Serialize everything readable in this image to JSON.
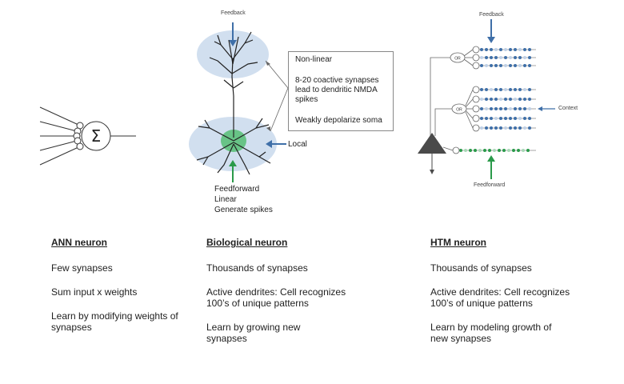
{
  "diagram": {
    "biological": {
      "feedback_label": "Feedback",
      "local_label": "Local",
      "feedforward_lines": [
        "Feedforward",
        "Linear",
        "Generate spikes"
      ],
      "callout_lines": [
        "Non-linear",
        "8-20 coactive synapses",
        "lead to dendritic NMDA",
        "spikes",
        "Weakly depolarize soma"
      ]
    },
    "htm": {
      "feedback_label": "Feedback",
      "context_label": "Context",
      "feedforward_label": "Feedforward",
      "or_label": "OR"
    },
    "ann": {
      "sigma_symbol": "Σ"
    }
  },
  "columns": [
    {
      "heading": "ANN neuron",
      "items": [
        "Few synapses",
        "Sum input x weights",
        "Learn by modifying weights of synapses"
      ]
    },
    {
      "heading": "Biological neuron",
      "items": [
        "Thousands of synapses",
        "Active dendrites: Cell recognizes 100’s of unique patterns",
        "Learn by growing new synapses"
      ]
    },
    {
      "heading": "HTM neuron",
      "items": [
        "Thousands of synapses",
        "Active dendrites: Cell recognizes 100’s of unique patterns",
        "Learn by modeling growth of new synapses"
      ]
    }
  ],
  "colors": {
    "arrow_blue": "#3f6fa8",
    "arrow_green": "#2a9a4a",
    "halo_blue": "#c9d9ec",
    "halo_green": "#5cc07a",
    "triangle": "#4a4a4a"
  }
}
